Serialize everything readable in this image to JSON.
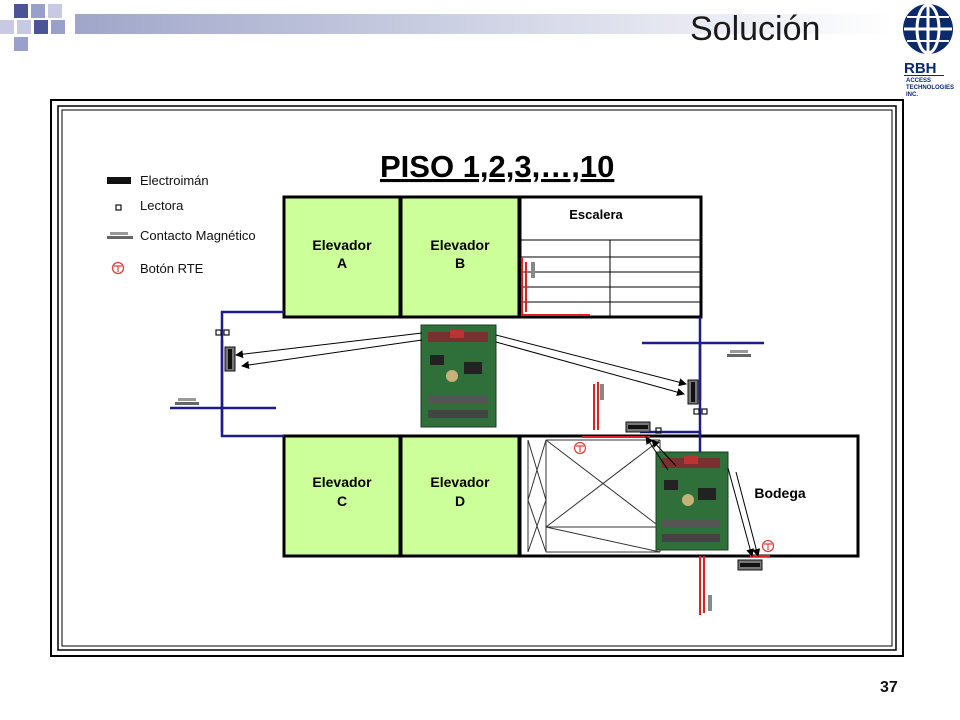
{
  "slide": {
    "title": "Solución",
    "page_number": "37"
  },
  "logo": {
    "name": "RBH",
    "tagline_1": "ACCESS",
    "tagline_2": "TECHNOLOGIES",
    "tagline_3": "INC."
  },
  "plan": {
    "heading": "PISO 1,2,3,…,10",
    "legend": [
      {
        "label": "Electroimán",
        "icon": "electromagnet-icon"
      },
      {
        "label": "Lectora",
        "icon": "reader-icon"
      },
      {
        "label": "Contacto Magnético",
        "icon": "magnetic-contact-icon"
      },
      {
        "label": "Botón RTE",
        "icon": "rte-button-icon"
      }
    ],
    "rooms": {
      "elev_a_1": "Elevador",
      "elev_a_2": "A",
      "elev_b_1": "Elevador",
      "elev_b_2": "B",
      "elev_c_1": "Elevador",
      "elev_c_2": "C",
      "elev_d_1": "Elevador",
      "elev_d_2": "D",
      "stairs": "Escalera",
      "storage": "Bodega"
    },
    "colors": {
      "elevator_fill": "#ccff99",
      "wall": "#000000",
      "cable_blue": "#1c1c8c",
      "cable_red": "#e02020",
      "board_green": "#2f6f3a"
    }
  }
}
